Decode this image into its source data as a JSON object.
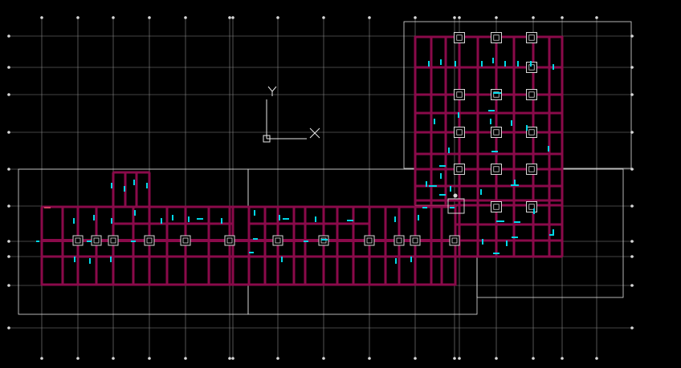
{
  "viewport": {
    "background": "#000000",
    "grid_color": "#8a8a8a",
    "frame_color": "#e0e0e0",
    "beam_color": "#8a0a4a",
    "beam_edge_color": "#c04070",
    "column_color": "#d8d8d8",
    "annotation_color": "#00d8e8"
  },
  "ucs_icon": {
    "x_label": "X",
    "y_label": "Y",
    "color": "#e8e8e8"
  },
  "grid_axes": {
    "vertical_count": 17,
    "horizontal_count": 10
  }
}
